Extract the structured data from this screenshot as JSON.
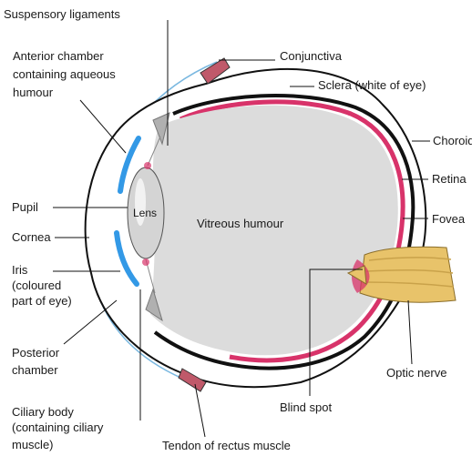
{
  "diagram": {
    "colors": {
      "sclera": "#ffffff",
      "outline": "#111111",
      "choroid": "#111111",
      "retina": "#d8336a",
      "vitreous": "#dcdcdc",
      "iris": "#3399e6",
      "lens": "#d4d4d4",
      "optic_nerve": "#e8c36a"
    },
    "labels": {
      "suspensory_ligaments": "Suspensory ligaments",
      "anterior_chamber_1": "Anterior chamber",
      "anterior_chamber_2": "containing aqueous",
      "anterior_chamber_3": "humour",
      "conjunctiva": "Conjunctiva",
      "sclera": "Sclera (white of eye)",
      "choroid": "Choroid",
      "retina": "Retina",
      "fovea": "Fovea",
      "pupil": "Pupil",
      "lens": "Lens",
      "vitreous_humour": "Vitreous humour",
      "cornea": "Cornea",
      "iris_1": "Iris",
      "iris_2": "(coloured",
      "iris_3": "part of eye)",
      "posterior_chamber_1": "Posterior",
      "posterior_chamber_2": "chamber",
      "ciliary_body_1": "Ciliary body",
      "ciliary_body_2": "(containing ciliary",
      "ciliary_body_3": "muscle)",
      "blind_spot": "Blind spot",
      "optic_nerve": "Optic nerve",
      "tendon": "Tendon of rectus muscle"
    }
  }
}
